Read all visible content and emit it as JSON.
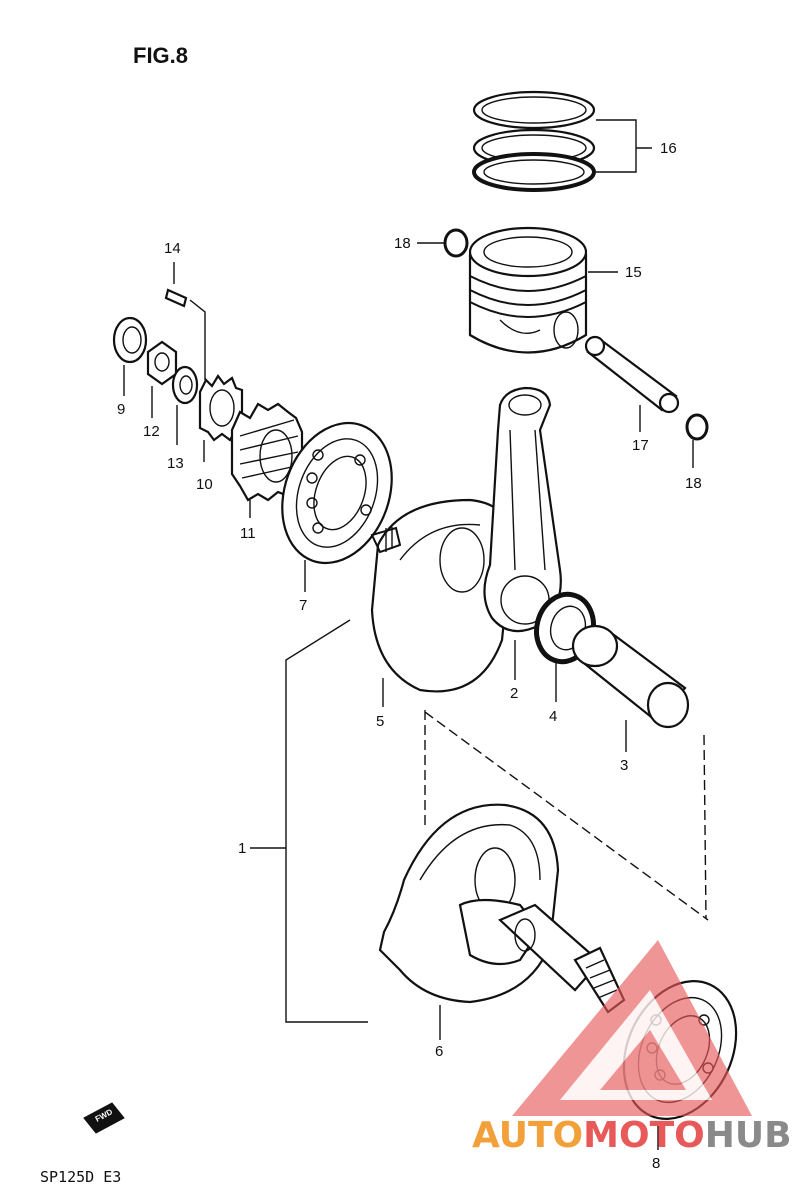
{
  "figure_title": "FIG.8",
  "model_code": "SP125D E3",
  "fwd_badge": "FWD",
  "watermark": {
    "text_auto": "AUTO",
    "text_moto": "MOTO",
    "text_hub": "HUB",
    "color_orange": "#f2a13a",
    "color_red": "#e85a5a",
    "color_gray": "#8a8a8a"
  },
  "callouts": {
    "c1": "1",
    "c2": "2",
    "c3": "3",
    "c4": "4",
    "c5": "5",
    "c6": "6",
    "c7": "7",
    "c8": "8",
    "c9": "9",
    "c10": "10",
    "c11": "11",
    "c12": "12",
    "c13": "13",
    "c14": "14",
    "c15": "15",
    "c16": "16",
    "c17": "17",
    "c18a": "18",
    "c18b": "18"
  }
}
